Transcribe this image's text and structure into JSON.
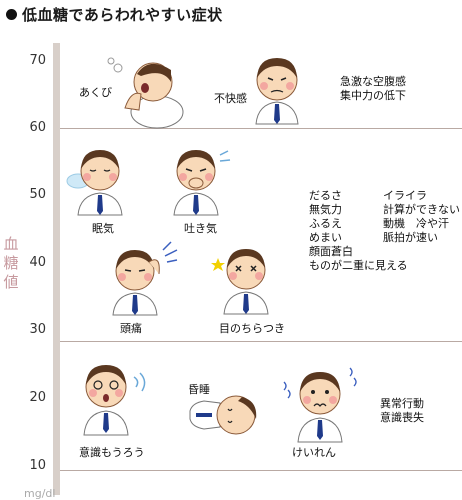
{
  "title": "低血糖であらわれやすい症状",
  "y_axis": {
    "label": "血糖値",
    "unit": "mg/dl",
    "ticks": [
      "70",
      "60",
      "50",
      "40",
      "30",
      "20",
      "10"
    ]
  },
  "figures": {
    "yawn": "あくび",
    "discomfort": "不快感",
    "drowsy": "眠気",
    "nausea": "吐き気",
    "headache": "頭痛",
    "dizzy": "目のちらつき",
    "confusion": "意識もうろう",
    "coma": "昏睡",
    "convulsion": "けいれん"
  },
  "symptom_lists": {
    "band_60_70": [
      "急激な空腹感",
      "集中力の低下"
    ],
    "band_30_50_col1": [
      "だるさ",
      "無気力",
      "ふるえ",
      "めまい",
      "顔面蒼白",
      "ものが二重に見える"
    ],
    "band_30_50_col2": [
      "イライラ",
      "計算ができない",
      "動機　冷や汗",
      "脈拍が速い"
    ],
    "band_below_30": [
      "異常行動",
      "意識喪失"
    ]
  },
  "colors": {
    "skin": "#f8d9b8",
    "hair": "#5a3820",
    "cheek": "#f3a7a0",
    "tie": "#1f3a8a",
    "gridline": "#b9a9a3",
    "axis_bar": "#d8cfc9",
    "axis_label": "#c79a9f"
  }
}
